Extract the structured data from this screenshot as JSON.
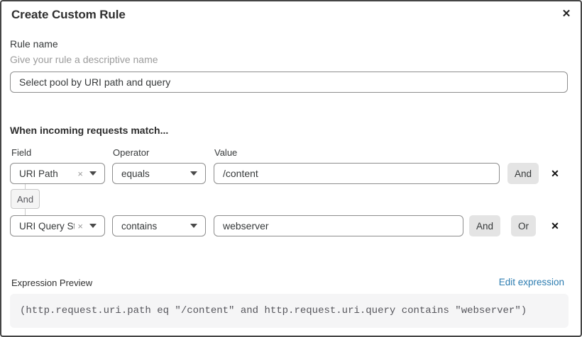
{
  "dialog": {
    "title": "Create Custom Rule"
  },
  "icons": {
    "close": "✕",
    "remove_row": "✕",
    "clear_select": "×"
  },
  "rule_name": {
    "label": "Rule name",
    "helper": "Give your rule a descriptive name",
    "value": "Select pool by URI path and query"
  },
  "matcher": {
    "heading": "When incoming requests match...",
    "columns": {
      "field": "Field",
      "operator": "Operator",
      "value": "Value"
    },
    "rows": [
      {
        "field": "URI Path",
        "operator": "equals",
        "value": "/content",
        "buttons": [
          "And"
        ]
      },
      {
        "field": "URI Query St...",
        "operator": "contains",
        "value": "webserver",
        "buttons": [
          "And",
          "Or"
        ]
      }
    ],
    "connector": "And"
  },
  "expression": {
    "label": "Expression Preview",
    "edit_link": "Edit expression",
    "code": "(http.request.uri.path eq \"/content\" and http.request.uri.query contains \"webserver\")"
  },
  "colors": {
    "link": "#2c7cb0",
    "border": "#8d8d8d",
    "button_bg": "#e4e4e4",
    "code_bg": "#f5f5f6",
    "dialog_border": "#454545"
  }
}
